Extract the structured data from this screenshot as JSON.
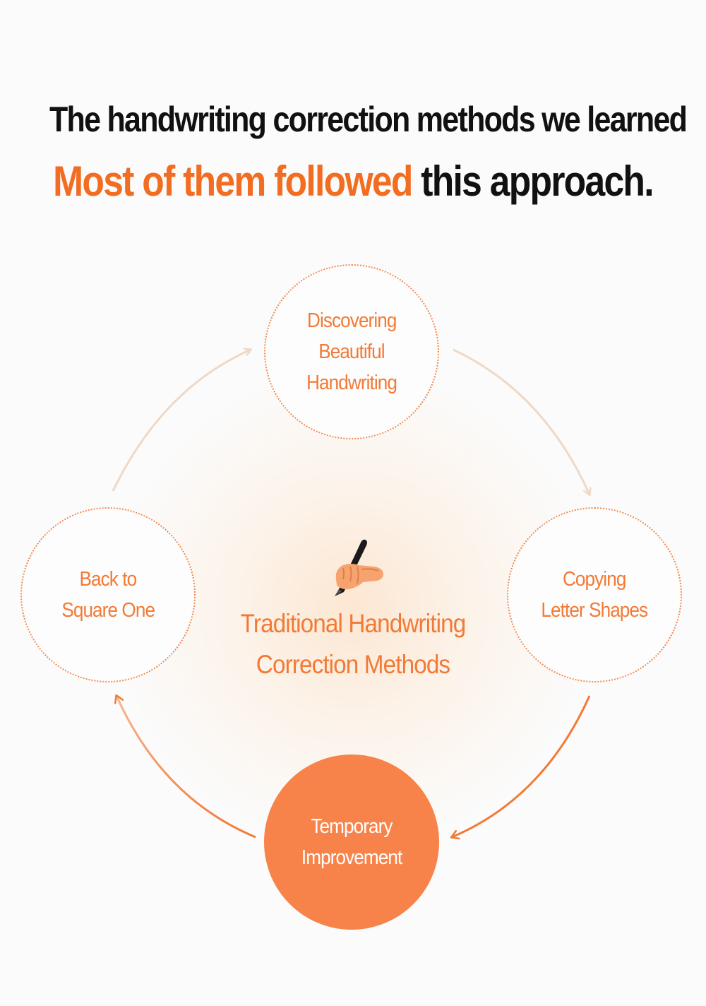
{
  "headline": {
    "line1": "The handwriting correction methods we learned",
    "line2_accent": "Most of them followed",
    "line2_rest": " this approach."
  },
  "diagram": {
    "center": {
      "icon": "writing-hand-icon",
      "title_line1": "Traditional Handwriting",
      "title_line2": "Correction Methods"
    },
    "nodes": {
      "top": [
        "Discovering",
        "Beautiful",
        "Handwriting"
      ],
      "right": [
        "Copying",
        "Letter Shapes"
      ],
      "bottom": [
        "Temporary",
        "Improvement"
      ],
      "left": [
        "Back to",
        "Square One"
      ]
    }
  },
  "colors": {
    "accent": "#f26d21",
    "node_text": "#f27a36",
    "filled_node": "#f7834a",
    "faint_arrow": "#efd9c6",
    "strong_arrow": "#f27a36",
    "headline_text": "#111111",
    "background": "#fbfbfb"
  }
}
